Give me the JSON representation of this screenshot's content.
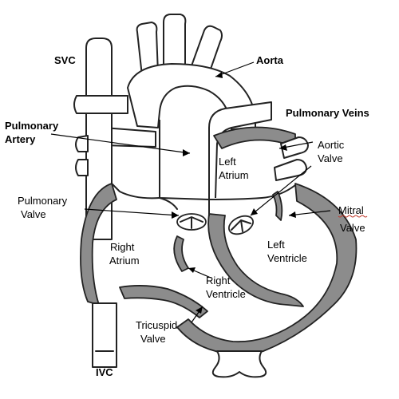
{
  "labels": {
    "svc": "SVC",
    "aorta": "Aorta",
    "pulmonary_artery_1": "Pulmonary",
    "pulmonary_artery_2": "Artery",
    "pulmonary_veins": "Pulmonary Veins",
    "left_atrium_1": "Left",
    "left_atrium_2": "Atrium",
    "aortic_valve_1": "Aortic",
    "aortic_valve_2": "Valve",
    "pulmonary_valve_1": "Pulmonary",
    "pulmonary_valve_2": "Valve",
    "mitral_valve_1": "Mitral",
    "mitral_valve_2": "Valve",
    "right_atrium_1": "Right",
    "right_atrium_2": "Atrium",
    "left_ventricle_1": "Left",
    "left_ventricle_2": "Ventricle",
    "right_ventricle_1": "Right",
    "right_ventricle_2": "Ventricle",
    "tricuspid_valve_1": "Tricuspid",
    "tricuspid_valve_2": "Valve",
    "ivc": "IVC"
  },
  "colors": {
    "line": "#222222",
    "wall_fill": "#8c8c8c",
    "background": "#ffffff"
  }
}
